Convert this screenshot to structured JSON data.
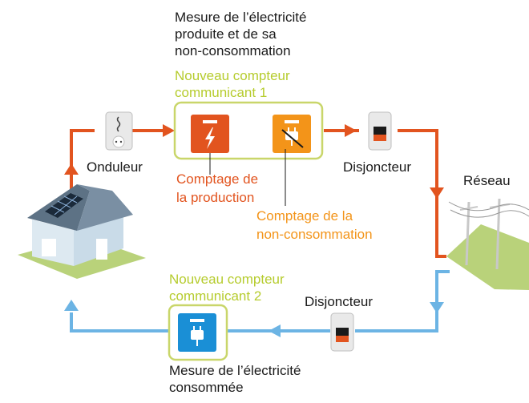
{
  "top_caption": {
    "line1": "Mesure de l’électricité",
    "line2": "produite et de sa",
    "line3": "non-consommation"
  },
  "meter1_title": {
    "line1": "Nouveau compteur",
    "line2": "communicant 1"
  },
  "onduleur_label": "Onduleur",
  "disjoncteur_top_label": "Disjoncteur",
  "reseau_label": "Réseau",
  "production_label": {
    "line1": "Comptage de",
    "line2": "la production"
  },
  "non_conso_label": {
    "line1": "Comptage de la",
    "line2": "non-consommation"
  },
  "meter2_title": {
    "line1": "Nouveau compteur",
    "line2": "communicant 2"
  },
  "disjoncteur_bottom_label": "Disjoncteur",
  "bottom_caption": {
    "line1": "Mesure de l’électricité",
    "line2": "consommée"
  },
  "colors": {
    "production_flow": "#e2541f",
    "consumption_flow": "#6cb4e4",
    "meter_frame": "#c9d66a",
    "meter_production": "#e2541f",
    "meter_non_consumption": "#f39419",
    "meter_consumption": "#1a8fd6",
    "grass": "#b9d27a",
    "house_wall": "#dde9f1"
  }
}
